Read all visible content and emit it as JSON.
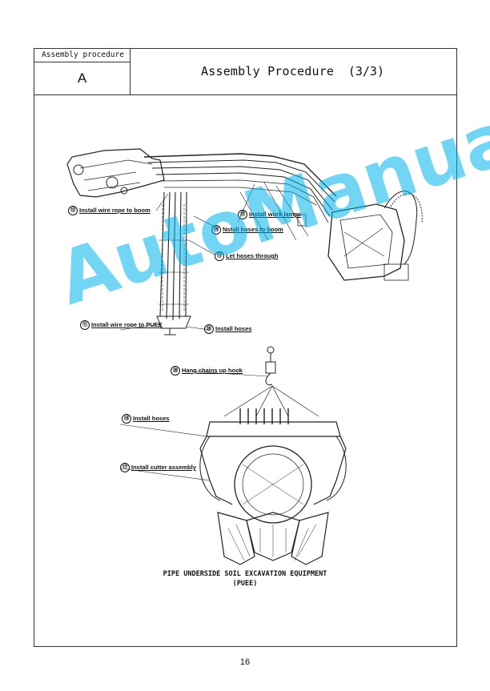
{
  "header": {
    "section_label": "Assembly procedure",
    "section_code": "A",
    "title": "Assembly Procedure",
    "page_ref": "(3/3)"
  },
  "labels": [
    {
      "num": "⑬",
      "text": "Install wire rope to boom"
    },
    {
      "num": "⑮",
      "text": "Install work lamps"
    },
    {
      "num": "⑭",
      "text": "Nstall hoses to boom"
    },
    {
      "num": "⑬",
      "text": "Let hoses through"
    },
    {
      "num": "⑪",
      "text": "Install wire rope to PUEE"
    },
    {
      "num": "⑯",
      "text": "Install hoses"
    },
    {
      "num": "⑳",
      "text": "Hang chains up hook"
    },
    {
      "num": "⑱",
      "text": "Install hoses"
    },
    {
      "num": "⑰",
      "text": "Install cutter assembly"
    }
  ],
  "caption": {
    "line1": "PIPE UNDERSIDE SOIL EXCAVATION EQUIPMENT",
    "line2": "(PUEE)"
  },
  "watermark": "AutoManual",
  "page_number": "16",
  "colors": {
    "watermark": "#00B2EB",
    "line": "#222222"
  }
}
